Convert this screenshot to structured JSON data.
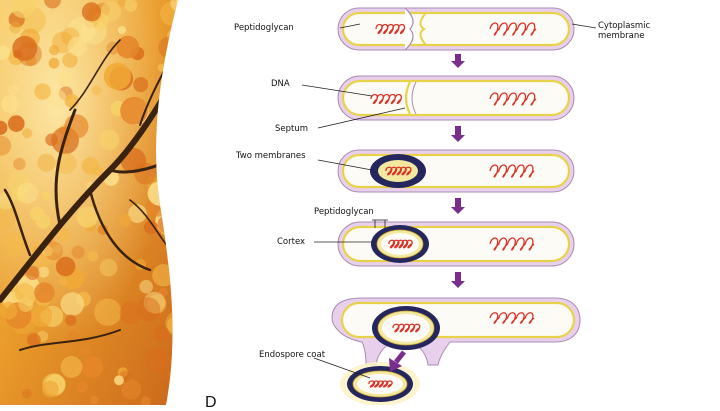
{
  "diagram": {
    "labels": {
      "peptidoglycan_top": "Peptidoglycan",
      "cytoplasmic_membrane": "Cytoplasmic\nmembrane",
      "dna": "DNA",
      "septum": "Septum",
      "two_membranes": "Two membranes",
      "peptidoglycan_mid": "Peptidoglycan",
      "cortex": "Cortex",
      "endospore_coat": "Endospore coat"
    },
    "colors": {
      "outer_layer": "#e8d0ec",
      "outer_stroke": "#a98bb3",
      "membrane": "#e8d24a",
      "cytoplasm": "#fdfbf5",
      "dna": "#d8342a",
      "spore_coat": "#26265e",
      "cortex_ring": "#f2e8a0",
      "arrow": "#7a2d8c"
    },
    "stages": 6
  },
  "footer": {
    "text": "D"
  }
}
